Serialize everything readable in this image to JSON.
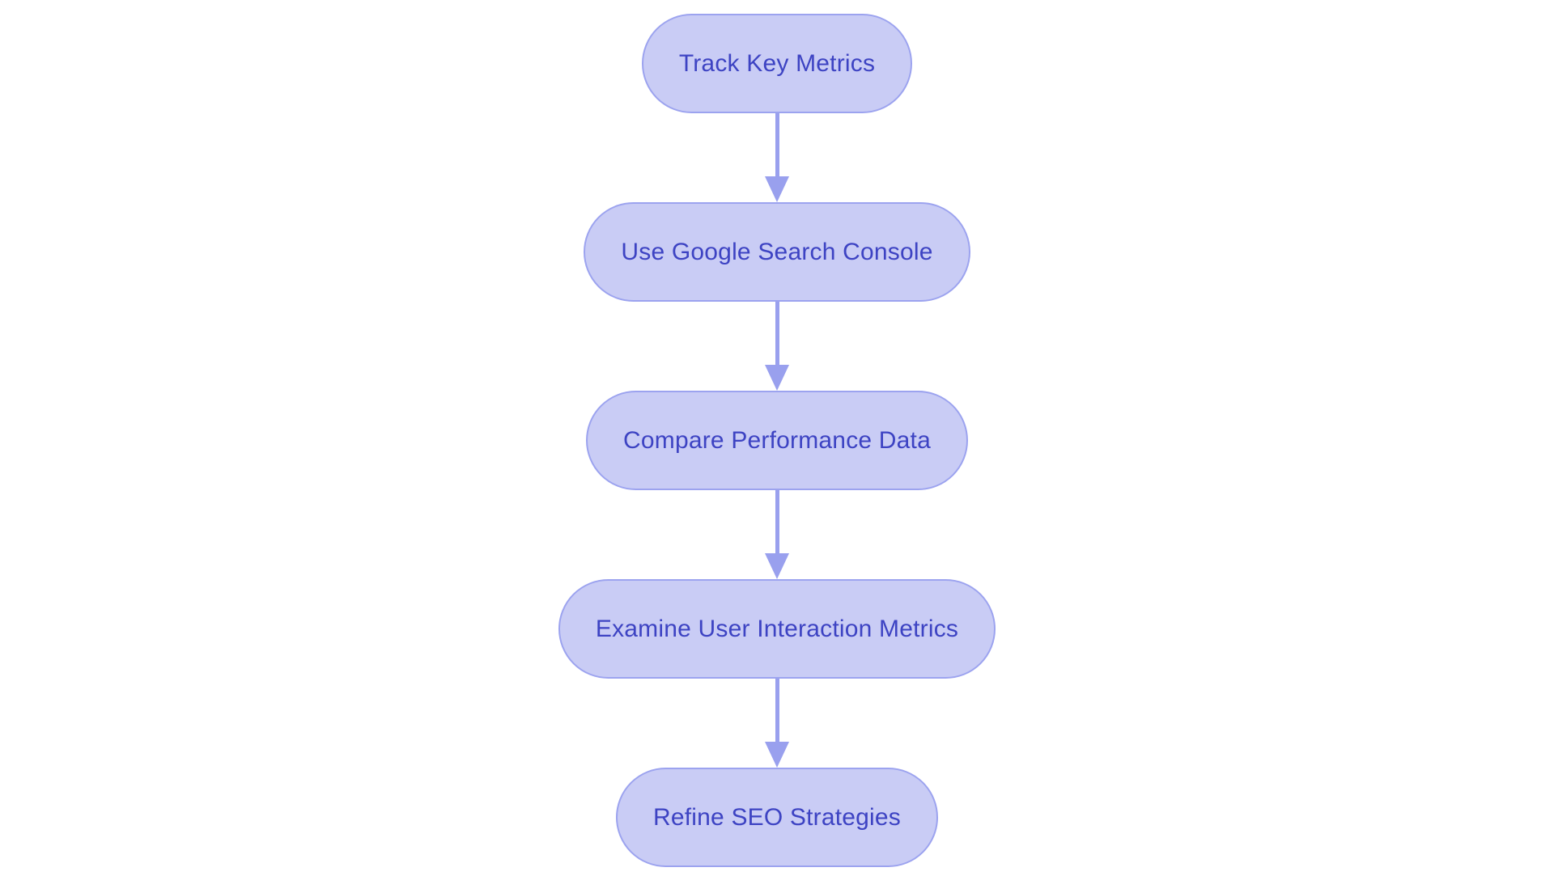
{
  "flowchart": {
    "type": "flowchart",
    "direction": "top-down",
    "colors": {
      "background": "#ffffff",
      "node_fill": "#c9ccf5",
      "node_border": "#9ca3ef",
      "arrow": "#99a0ee",
      "text": "#3d43c3"
    },
    "nodes": [
      {
        "id": "track-key-metrics",
        "label": "Track Key Metrics"
      },
      {
        "id": "use-google-search-console",
        "label": "Use Google Search Console"
      },
      {
        "id": "compare-performance-data",
        "label": "Compare Performance Data"
      },
      {
        "id": "examine-user-interaction-metrics",
        "label": "Examine User Interaction Metrics"
      },
      {
        "id": "refine-seo-strategies",
        "label": "Refine SEO Strategies"
      }
    ],
    "edges": [
      {
        "from": "track-key-metrics",
        "to": "use-google-search-console"
      },
      {
        "from": "use-google-search-console",
        "to": "compare-performance-data"
      },
      {
        "from": "compare-performance-data",
        "to": "examine-user-interaction-metrics"
      },
      {
        "from": "examine-user-interaction-metrics",
        "to": "refine-seo-strategies"
      }
    ]
  }
}
